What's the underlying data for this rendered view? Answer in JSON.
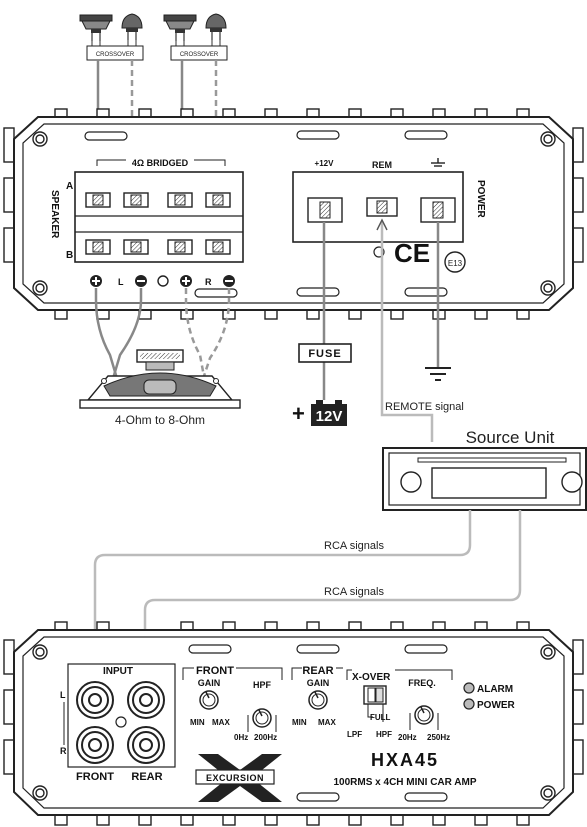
{
  "crossover_left": "CROSSOVER",
  "crossover_right": "CROSSOVER",
  "bridged": "4Ω BRIDGED",
  "speaker_label": "SPEAKER",
  "channel_a": "A",
  "channel_b": "B",
  "term_l": "L",
  "term_r": "R",
  "top_plus12v": "+12V",
  "top_rem": "REM",
  "power_label": "POWER",
  "e13": "E13",
  "fuse": "FUSE",
  "battery_plus": "+",
  "battery_12v": "12V",
  "impedance_range": "4-Ohm to 8-Ohm",
  "remote_signal": "REMOTE signal",
  "source_unit": "Source Unit",
  "rca_signals_1": "RCA signals",
  "rca_signals_2": "RCA signals",
  "input_label": "INPUT",
  "input_l": "L",
  "input_r": "R",
  "input_front": "FRONT",
  "input_rear": "REAR",
  "front_section": "FRONT",
  "front_gain": "GAIN",
  "front_hpf": "HPF",
  "front_min": "MIN",
  "front_max": "MAX",
  "front_0hz": "0Hz",
  "front_200hz": "200Hz",
  "rear_section": "REAR",
  "rear_gain": "GAIN",
  "rear_min": "MIN",
  "rear_max": "MAX",
  "xover": "X-OVER",
  "xover_full": "FULL",
  "xover_lpf": "LPF",
  "xover_hpf": "HPF",
  "freq": "FREQ.",
  "freq_20hz": "20Hz",
  "freq_250hz": "250Hz",
  "alarm": "ALARM",
  "power_led": "POWER",
  "brand": "EXCURSION",
  "model": "HXA45",
  "model_desc": "100RMS x 4CH MINI CAR AMP"
}
